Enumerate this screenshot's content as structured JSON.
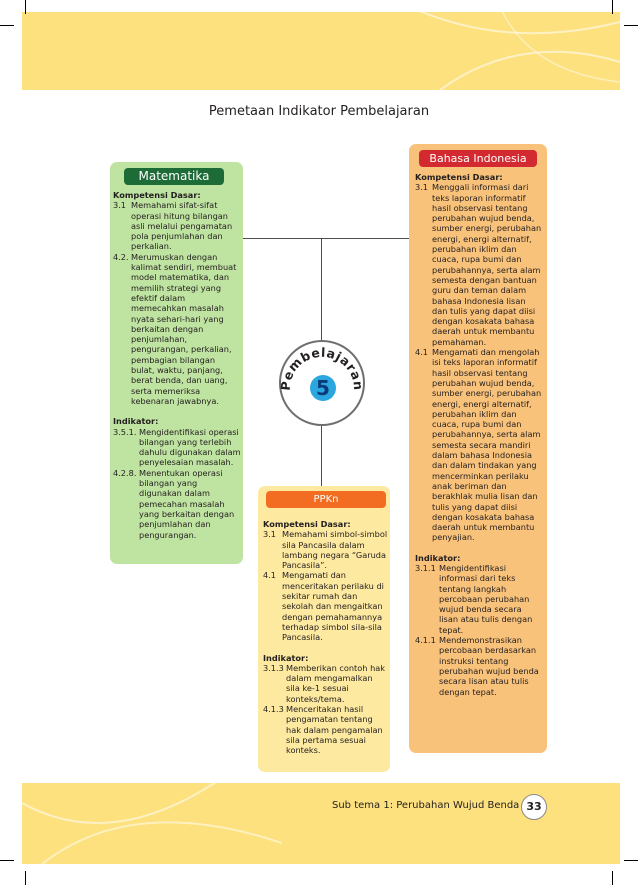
{
  "title": "Pemetaan Indikator Pembelajaran",
  "center": {
    "arc_text": "Pembelajaran",
    "number": "5"
  },
  "matematika": {
    "heading": "Matematika",
    "kd_label": "Kompetensi Dasar:",
    "kd": [
      {
        "num": "3.1",
        "text": "Memahami sifat-sifat operasi hitung bilangan asli melalui pengamatan pola penjumlahan dan perkalian."
      },
      {
        "num": "4.2.",
        "text": "Merumuskan dengan kalimat sendiri, membuat model matematika, dan memilih strategi yang efektif dalam memecahkan masalah nyata sehari-hari yang berkaitan dengan penjumlahan, pengurangan, perkalian, pembagian bilangan bulat, waktu, panjang, berat benda, dan uang, serta memeriksa kebenaran jawabnya."
      }
    ],
    "ind_label": "Indikator:",
    "indikator": [
      {
        "num": "3.5.1.",
        "text": "Mengidentifikasi operasi bilangan yang terlebih dahulu digunakan dalam penyelesaian masalah."
      },
      {
        "num": "4.2.8.",
        "text": "Menentukan operasi bilangan yang digunakan dalam pemecahan masalah yang berkaitan dengan penjumlahan dan pengurangan."
      }
    ]
  },
  "bahasa": {
    "heading": "Bahasa Indonesia",
    "kd_label": "Kompetensi Dasar:",
    "kd": [
      {
        "num": "3.1",
        "text": "Menggali informasi dari teks laporan informatif hasil observasi tentang perubahan wujud benda, sumber energi, perubahan energi, energi alternatif, perubahan iklim dan cuaca, rupa bumi dan perubahannya, serta alam semesta dengan bantuan guru dan teman dalam bahasa Indonesia lisan dan tulis yang dapat diisi dengan kosakata bahasa daerah untuk membantu pemahaman."
      },
      {
        "num": "4.1",
        "text": "Mengamati dan mengolah isi teks laporan informatif hasil observasi tentang perubahan wujud benda, sumber energi, perubahan energi, energi alternatif, perubahan iklim dan cuaca, rupa bumi dan perubahannya, serta alam semesta secara mandiri dalam bahasa Indonesia dan dalam tindakan yang mencerminkan perilaku anak beriman dan berakhlak mulia lisan dan tulis yang dapat diisi dengan kosakata bahasa daerah untuk membantu penyajian."
      }
    ],
    "ind_label": "Indikator:",
    "indikator": [
      {
        "num": "3.1.1",
        "text": "Mengidentifikasi informasi dari teks tentang langkah percobaan perubahan wujud benda secara lisan atau tulis dengan tepat."
      },
      {
        "num": "4.1.1",
        "text": "Mendemonstrasikan percobaan berdasarkan instruksi tentang perubahan wujud benda secara lisan atau tulis dengan tepat."
      }
    ]
  },
  "ppkn": {
    "heading": "PPKn",
    "kd_label": "Kompetensi Dasar:",
    "kd": [
      {
        "num": "3.1",
        "text": "Memahami simbol-simbol sila Pancasila dalam lambang negara “Garuda Pancasila”."
      },
      {
        "num": "4.1",
        "text": "Mengamati dan menceritakan perilaku di sekitar rumah dan sekolah dan mengaitkan dengan pemahamannya terhadap simbol sila-sila Pancasila."
      }
    ],
    "ind_label": "Indikator:",
    "indikator": [
      {
        "num": "3.1.3",
        "text": "Memberikan contoh hak dalam mengamalkan sila ke-1 sesuai konteks/tema."
      },
      {
        "num": "4.1.3",
        "text": "Menceritakan hasil pengamatan tentang hak dalam pengamalan sila pertama sesuai konteks."
      }
    ]
  },
  "footer": {
    "subtema": "Sub tema 1: Perubahan Wujud Benda",
    "page": "33"
  },
  "colors": {
    "band": "#fde17f",
    "matematika": "#1d6b36",
    "bahasa": "#d22a30",
    "ppkn": "#f26c22"
  }
}
